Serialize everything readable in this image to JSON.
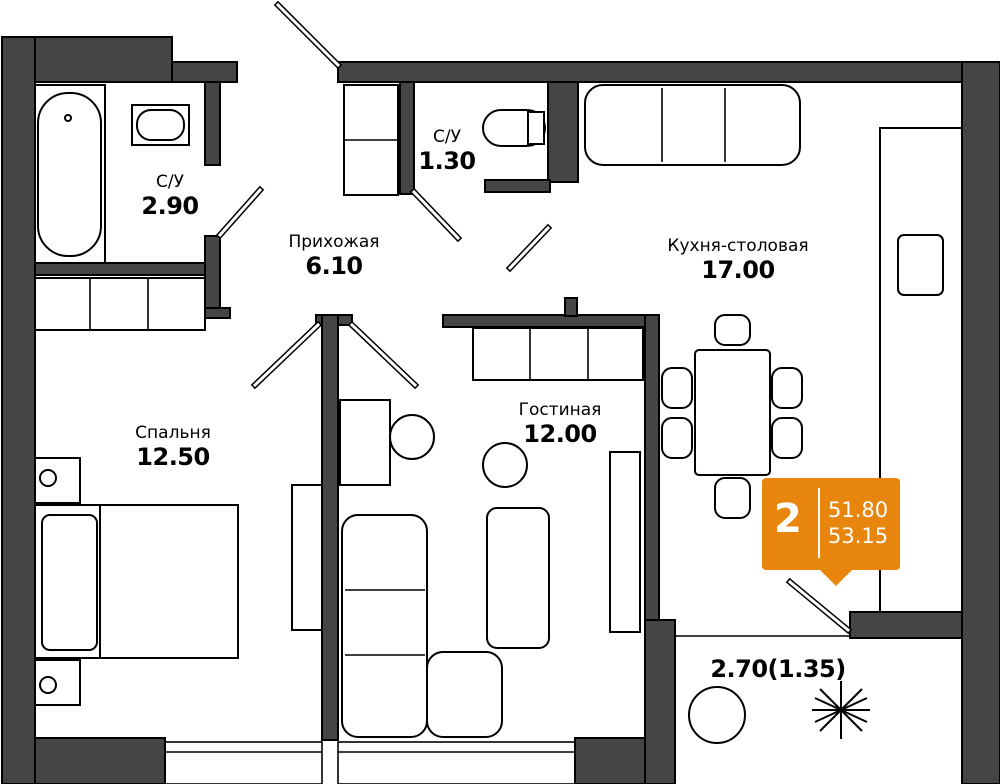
{
  "colors": {
    "wall": "#454545",
    "accent": "#E8850C"
  },
  "rooms": [
    {
      "name": "С/У",
      "area": "2.90"
    },
    {
      "name": "С/У",
      "area": "1.30"
    },
    {
      "name": "Прихожая",
      "area": "6.10"
    },
    {
      "name": "Кухня-столовая",
      "area": "17.00"
    },
    {
      "name": "Спальня",
      "area": "12.50"
    },
    {
      "name": "Гостиная",
      "area": "12.00"
    },
    {
      "name": "",
      "area": "2.70(1.35)"
    }
  ],
  "badge": {
    "rooms": "2",
    "living_area": "51.80",
    "total_area": "53.15"
  }
}
